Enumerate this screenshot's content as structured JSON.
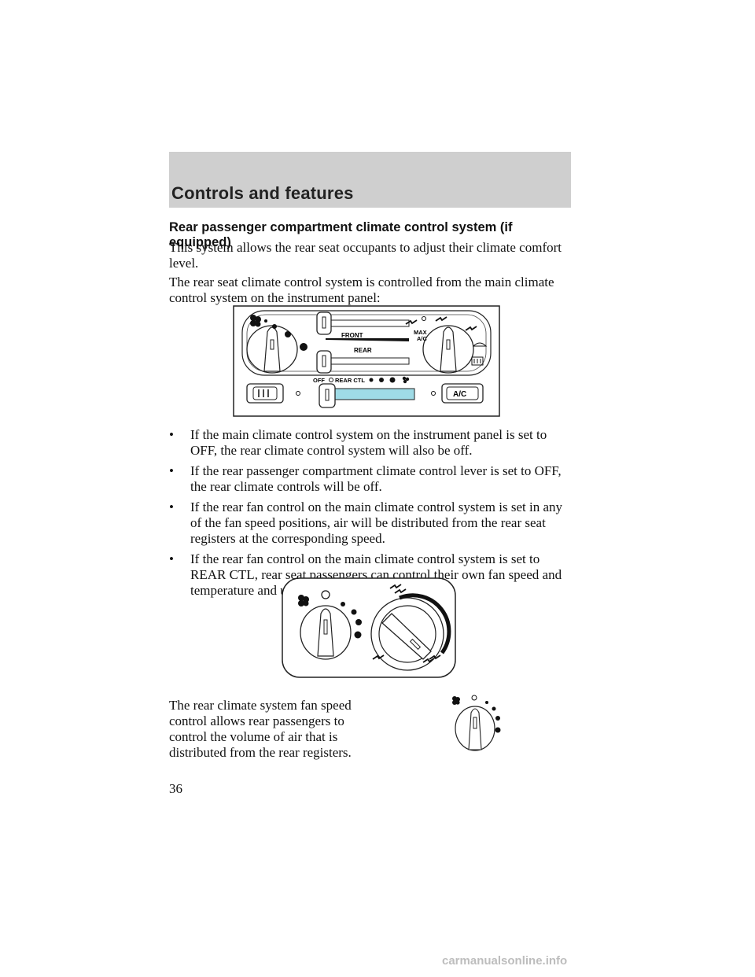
{
  "header": {
    "title": "Controls and features"
  },
  "section": {
    "heading": "Rear passenger compartment climate control system (if equipped)"
  },
  "paragraphs": {
    "intro": "This system allows the rear seat occupants to adjust their climate comfort level.",
    "controlled_from": "The rear seat climate control system is controlled from the main climate control system on the instrument panel:",
    "fan_speed": "The rear climate system fan speed control allows rear passengers to control the volume of air that is distributed from the rear registers."
  },
  "bullets": [
    "If the main climate control system on the instrument panel is set to OFF, the rear climate control system will also be off.",
    "If the rear passenger compartment climate control lever is set to OFF, the rear climate controls will be off.",
    "If the rear fan control on the main climate control system is set in any of the fan speed positions, air will be distributed from the rear seat registers at the corresponding speed.",
    "If the rear fan control on the main climate control system is set to REAR CTL, rear seat passengers can control their own fan speed and temperature and upper or lower air distribution."
  ],
  "bullet_symbol": "•",
  "main_panel": {
    "front_label": "FRONT",
    "rear_label": "REAR",
    "max_label": "MAX",
    "ac_sub_label": "A/C",
    "off_label": "OFF",
    "rear_ctl_label": "REAR CTL",
    "ac_button_label": "A/C"
  },
  "page_number": "36",
  "watermark": "carmanualsonline.info"
}
